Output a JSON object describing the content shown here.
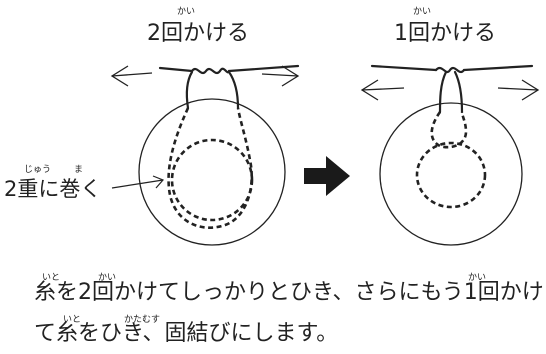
{
  "left_panel": {
    "title": "2回かける",
    "title_ruby": "かい"
  },
  "right_panel": {
    "title": "1回かける",
    "title_ruby": "かい"
  },
  "side_label": {
    "text": "2重に巻く",
    "ruby_juu": "じゅう",
    "ruby_ma": "ま"
  },
  "caption": {
    "line1": "糸を2回かけてしっかりとひき、さらにもう1回かけ",
    "line2": "て糸をひき、固結びにします。",
    "ruby_ito_1": "いと",
    "ruby_kai_1": "かい",
    "ruby_kai_2": "かい",
    "ruby_ito_2": "いと",
    "ruby_katamusu": "かたむす"
  },
  "colors": {
    "ink": "#222222",
    "arrow_fill": "#1a1a1a"
  }
}
